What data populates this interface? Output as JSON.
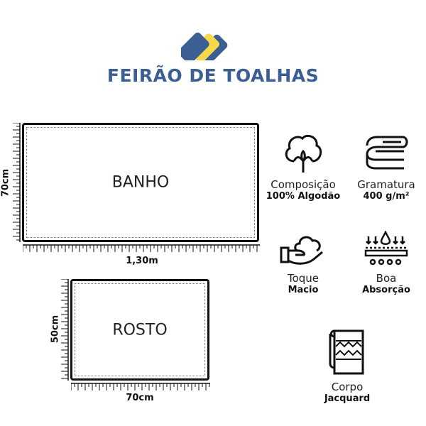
{
  "brand": {
    "name": "FEIRÃO DE TOALHAS",
    "colors": {
      "blue": "#3b5f93",
      "yellow": "#f5d94a"
    }
  },
  "towels": [
    {
      "label": "BANHO",
      "width": "1,30m",
      "height": "70cm"
    },
    {
      "label": "ROSTO",
      "width": "70cm",
      "height": "50cm"
    }
  ],
  "features": [
    {
      "icon": "cotton-flower-icon",
      "title": "Composição",
      "value": "100% Algodão"
    },
    {
      "icon": "folded-towels-icon",
      "title": "Gramatura",
      "value": "400 g/m²"
    },
    {
      "icon": "hand-cloud-icon",
      "title": "Toque",
      "value": "Macio"
    },
    {
      "icon": "absorption-icon",
      "title": "Boa",
      "value": "Absorção"
    },
    {
      "icon": "jacquard-towel-icon",
      "title": "Corpo",
      "value": "Jacquard"
    }
  ]
}
